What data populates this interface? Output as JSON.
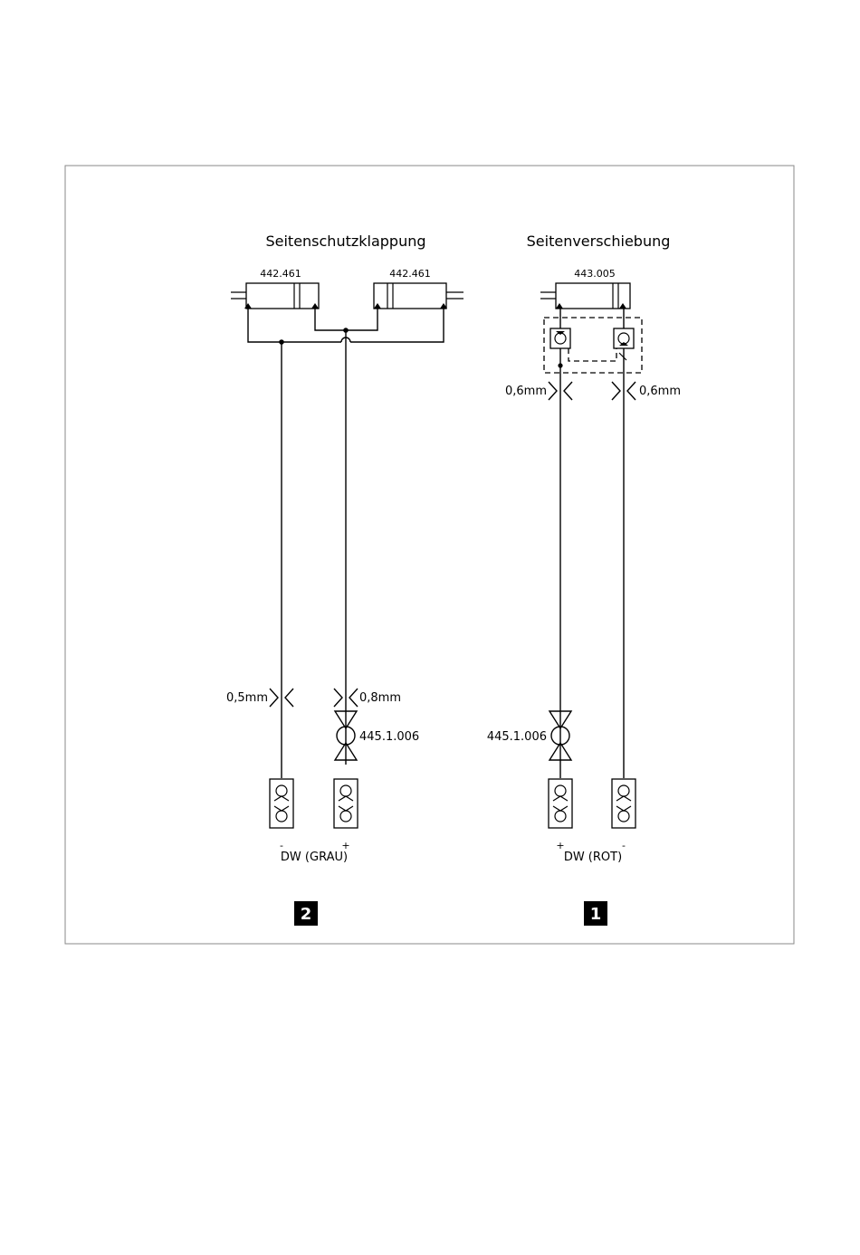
{
  "left": {
    "title": "Seitenschutzklappung",
    "cyl_a_label": "442.461",
    "cyl_b_label": "442.461",
    "throttle_a": "0,5mm",
    "throttle_b": "0,8mm",
    "valve_label": "445.1.006",
    "coupling_a_sign": "-",
    "coupling_b_sign": "+",
    "coupling_caption": "DW (GRAU)",
    "badge": "2"
  },
  "right": {
    "title": "Seitenverschiebung",
    "cyl_label": "443.005",
    "throttle_a": "0,6mm",
    "throttle_b": "0,6mm",
    "valve_label": "445.1.006",
    "coupling_a_sign": "+",
    "coupling_b_sign": "-",
    "coupling_caption": "DW (ROT)",
    "badge": "1"
  }
}
